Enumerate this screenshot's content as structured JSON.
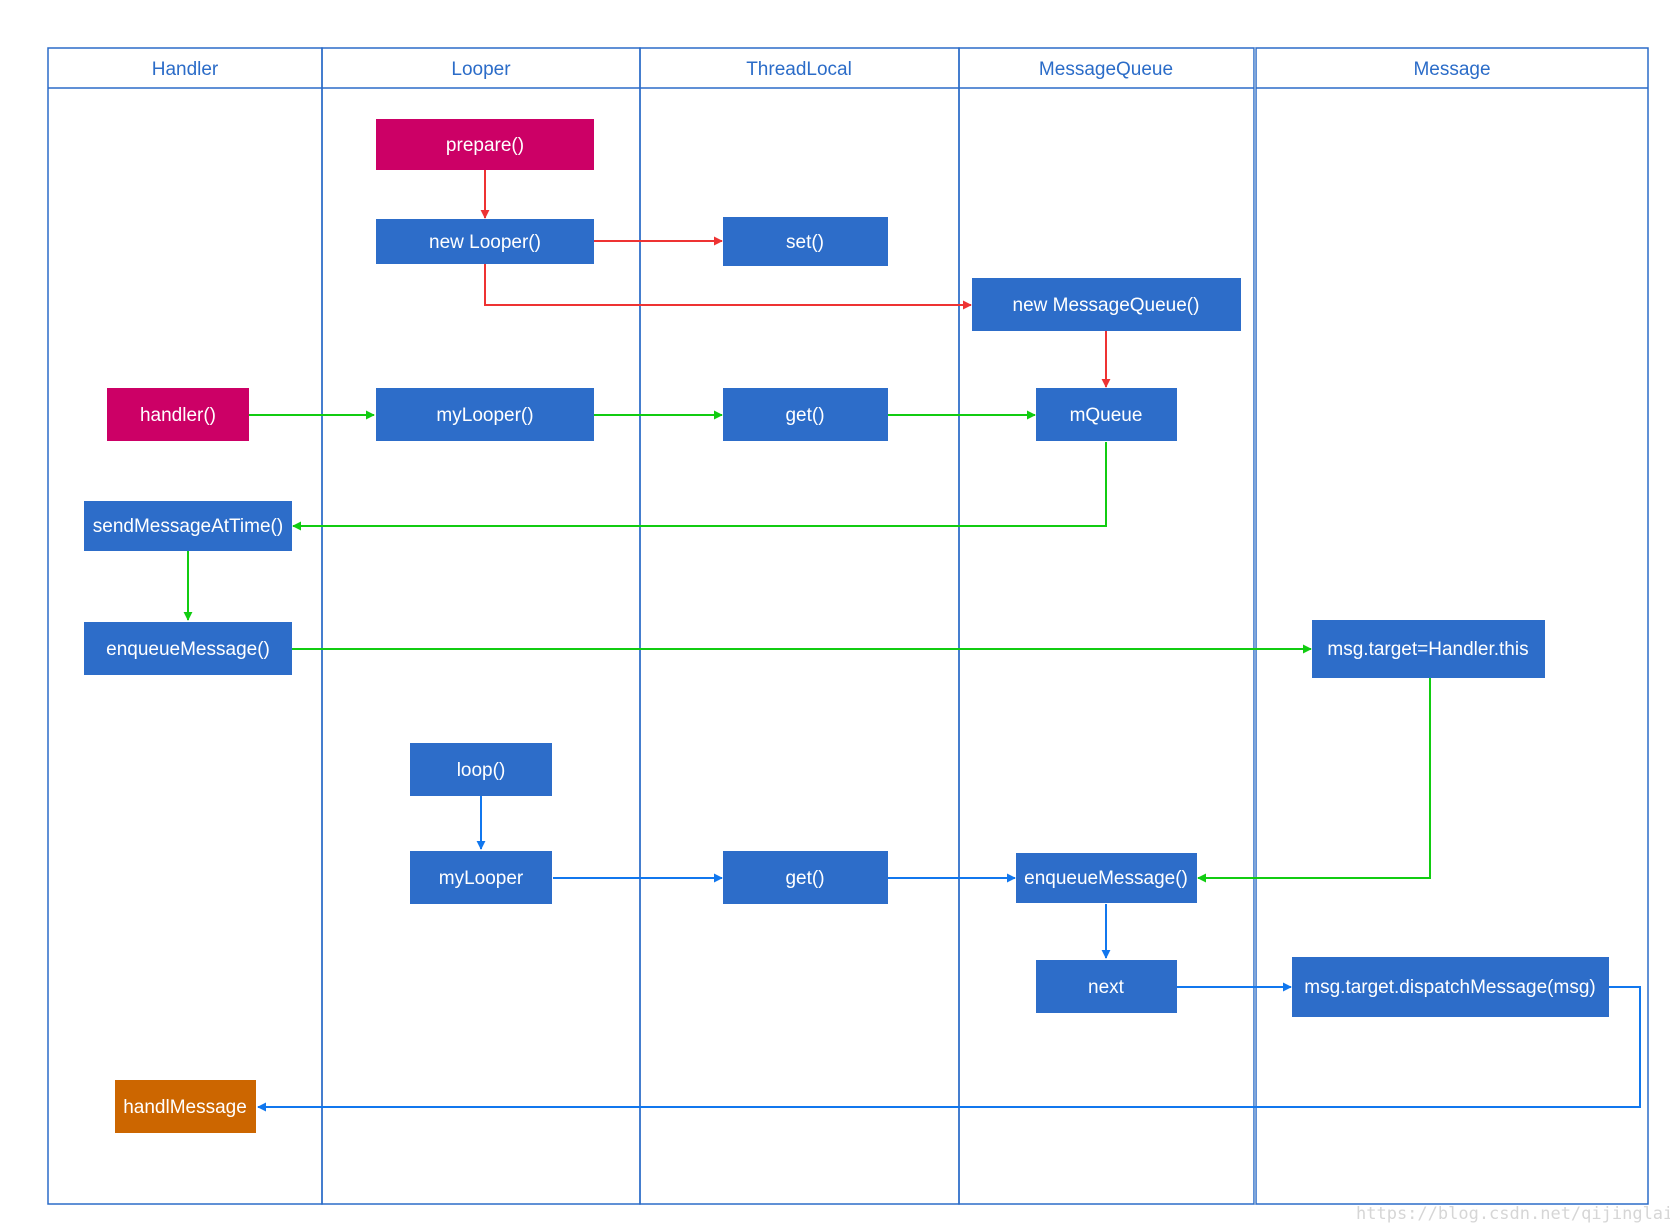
{
  "lanes": [
    "Handler",
    "Looper",
    "ThreadLocal",
    "MessageQueue",
    "Message"
  ],
  "nodes": {
    "prepare": "prepare()",
    "new_looper": "new Looper()",
    "set": "set()",
    "new_message_queue": "new MessageQueue()",
    "handler": "handler()",
    "my_looper_1": "myLooper()",
    "get_1": "get()",
    "m_queue": "mQueue",
    "send_message_at_time": "sendMessageAtTime()",
    "enqueue_message_handler": "enqueueMessage()",
    "msg_target": "msg.target=Handler.this",
    "loop": "loop()",
    "my_looper_2": "myLooper",
    "get_2": "get()",
    "enqueue_message_queue": "enqueueMessage()",
    "next": "next",
    "dispatch_message": "msg.target.dispatchMessage(msg)",
    "handl_message": "handlMessage"
  },
  "colors": {
    "lane_border": "#2b6cc8",
    "node_blue": "#2d6dc9",
    "node_magenta": "#cc0066",
    "node_orange": "#cc6600",
    "edge_red": "#ee3333",
    "edge_green": "#11cc11",
    "edge_blue": "#1177ee"
  },
  "watermark": "https://blog.csdn.net/qijinglai"
}
